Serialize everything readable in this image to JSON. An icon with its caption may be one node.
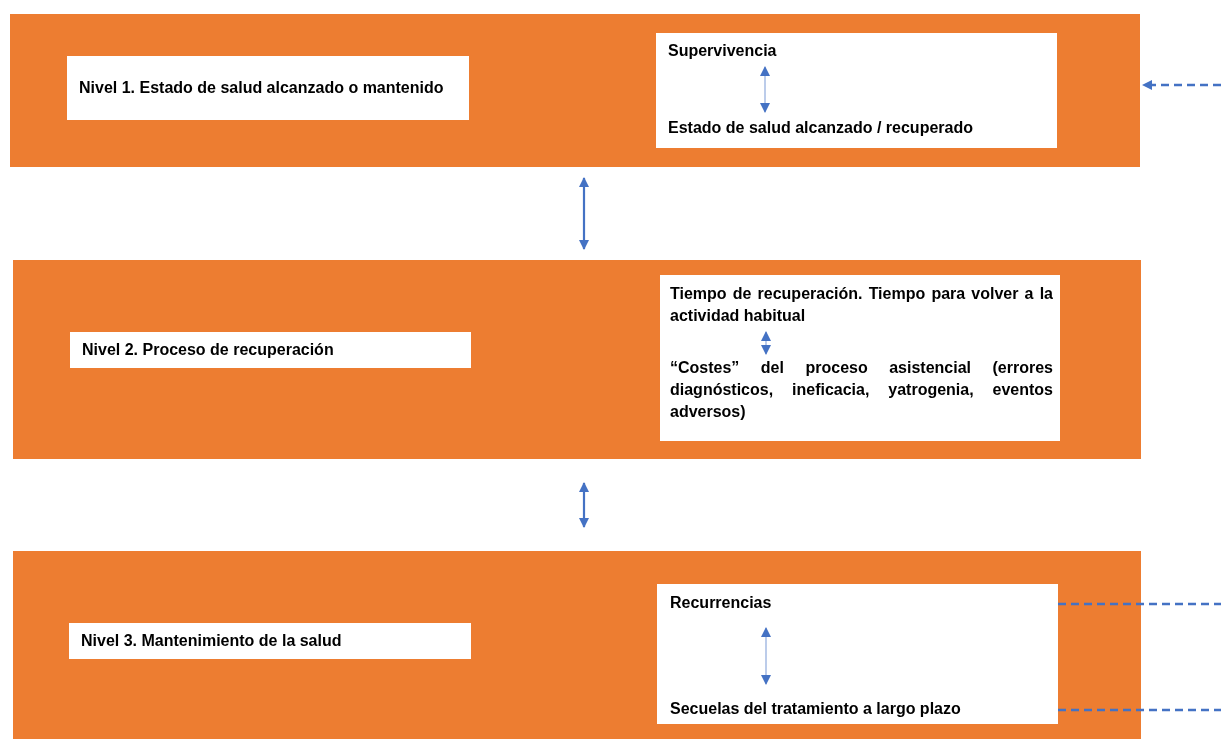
{
  "diagram": {
    "nodes": [
      {
        "text": [],
        "shape": "box"
      },
      {
        "text": [
          "Nivel 1. Estado de salud alcanzado o mantenido"
        ],
        "in": 0
      },
      {
        "text": [],
        "shape": "box",
        "in": 0
      },
      {
        "text": [
          "Supervivencia"
        ],
        "in": 2
      },
      {
        "text": [
          "Estado de salud alcanzado / recuperado"
        ],
        "in": 2
      },
      {
        "text": [],
        "shape": "box"
      },
      {
        "text": [
          "Nivel 2. Proceso de recuperación"
        ],
        "in": 5
      },
      {
        "text": [],
        "shape": "box",
        "in": 5
      },
      {
        "text": [
          "Tiempo de recuperación. Tiempo para volver a la actividad habitual"
        ],
        "in": 7
      },
      {
        "text": [
          "“Costes” del proceso asistencial (errores diagnósticos, ineficacia, yatrogenia, eventos adversos)"
        ],
        "in": 7
      },
      {
        "text": [],
        "shape": "box"
      },
      {
        "text": [
          "Nivel 3. Mantenimiento de la salud"
        ],
        "in": 10
      },
      {
        "text": [],
        "shape": "box",
        "in": 10
      },
      {
        "text": [
          "Recurrencias"
        ],
        "in": 12
      },
      {
        "text": [
          "Secuelas del tratamiento a largo plazo"
        ],
        "in": 12
      }
    ],
    "edges": [
      {
        "from": 3,
        "to": 4,
        "arrow": "both"
      },
      {
        "from": null,
        "to": 0,
        "arrow": "to",
        "style": "dashed"
      },
      {
        "from": 0,
        "to": 5,
        "arrow": "both"
      },
      {
        "from": 8,
        "to": 9,
        "arrow": "both"
      },
      {
        "from": 5,
        "to": 10,
        "arrow": "both"
      },
      {
        "from": 13,
        "to": 14,
        "arrow": "both"
      },
      {
        "from": 12,
        "to": null,
        "arrow": "none",
        "style": "dashed"
      },
      {
        "from": 12,
        "to": null,
        "arrow": "none",
        "style": "dashed"
      }
    ]
  }
}
